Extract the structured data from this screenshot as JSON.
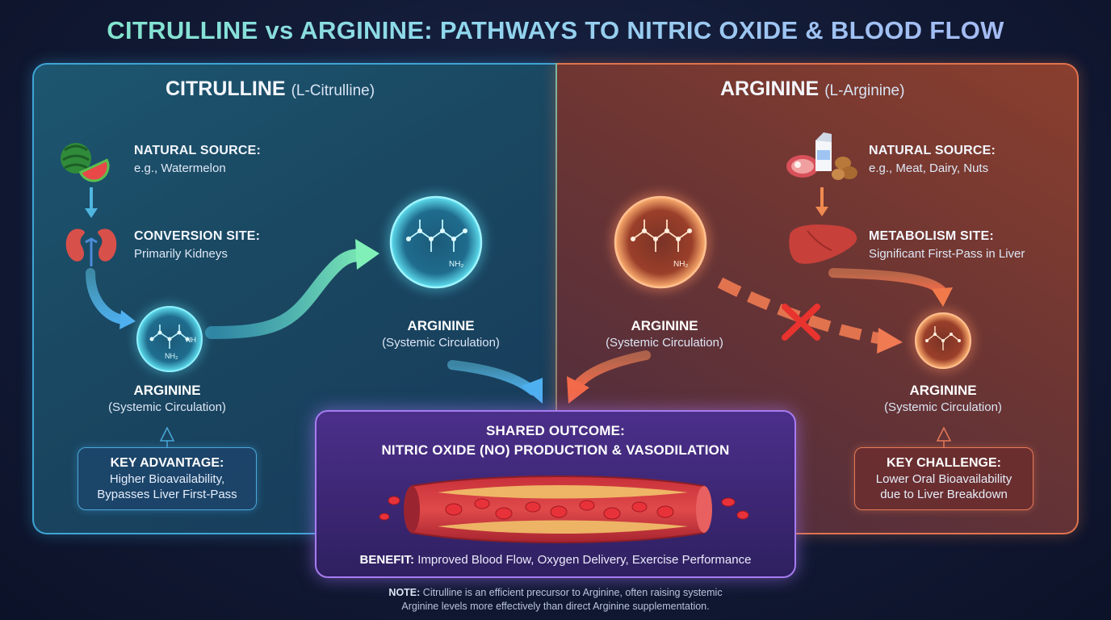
{
  "title": {
    "part1": "CITRULLINE",
    "vs": "vs",
    "part2": "ARGININE: PATHWAYS TO NITRIC OXIDE & BLOOD FLOW"
  },
  "citrulline": {
    "heading": "CITRULLINE",
    "heading_sub": "(L-Citrulline)",
    "source_title": "NATURAL SOURCE:",
    "source_text": "e.g., Watermelon",
    "conversion_title": "CONVERSION SITE:",
    "conversion_text": "Primarily Kidneys",
    "node1_title": "ARGININE",
    "node1_sub": "(Systemic Circulation)",
    "node2_title": "ARGININE",
    "node2_sub": "(Systemic Circulation)",
    "advantage_title": "KEY ADVANTAGE:",
    "advantage_line1": "Higher Bioavailability,",
    "advantage_line2": "Bypasses Liver First-Pass",
    "molecule_nh": "NH",
    "molecule_nh2": "NH₂"
  },
  "arginine": {
    "heading": "ARGININE",
    "heading_sub": "(L-Arginine)",
    "source_title": "NATURAL SOURCE:",
    "source_text": "e.g., Meat, Dairy, Nuts",
    "metabolism_title": "METABOLISM SITE:",
    "metabolism_text": "Significant First-Pass in Liver",
    "node1_title": "ARGININE",
    "node1_sub": "(Systemic Circulation)",
    "node2_title": "ARGININE",
    "node2_sub": "(Systemic Circulation)",
    "challenge_title": "KEY CHALLENGE:",
    "challenge_line1": "Lower Oral Bioavailability",
    "challenge_line2": "due to Liver Breakdown",
    "molecule_nh2": "NH₂"
  },
  "outcome": {
    "title_line1": "SHARED OUTCOME:",
    "title_line2": "NITRIC OXIDE (NO) PRODUCTION & VASODILATION",
    "benefit_label": "BENEFIT:",
    "benefit_text": "Improved Blood Flow, Oxygen Delivery, Exercise Performance"
  },
  "note": {
    "label": "NOTE:",
    "line1": "Citrulline is an efficient precursor to Arginine, often raising systemic",
    "line2": "Arginine levels more effectively than direct Arginine supplementation."
  },
  "colors": {
    "citrulline_accent": "#3fa4d4",
    "arginine_accent": "#e0744e",
    "outcome_accent": "#a77cf0",
    "blocked_x": "#e8332e"
  },
  "icons": [
    "watermelon-icon",
    "kidney-icon",
    "meat-icon",
    "milk-icon",
    "nuts-icon",
    "liver-icon",
    "molecule-icon",
    "blocked-x-icon",
    "blood-vessel-icon"
  ]
}
